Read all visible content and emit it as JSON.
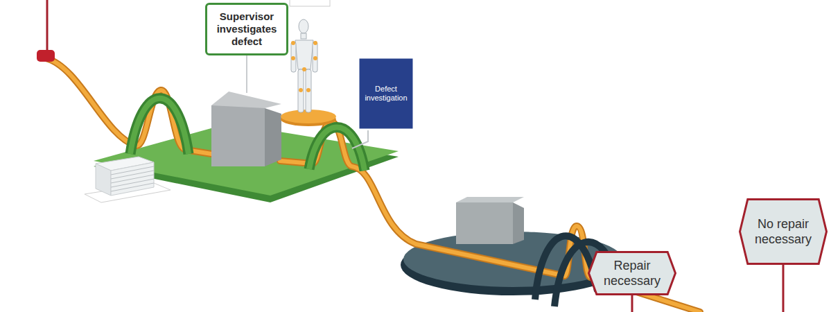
{
  "diagram": {
    "nodes": [
      {
        "text": [
          "Supervisor investigates defect"
        ]
      },
      {
        "text": [
          "Defect investigation"
        ]
      },
      {
        "text": [
          "Repair necessary"
        ]
      },
      {
        "text": [
          "No repair necessary"
        ]
      }
    ]
  }
}
